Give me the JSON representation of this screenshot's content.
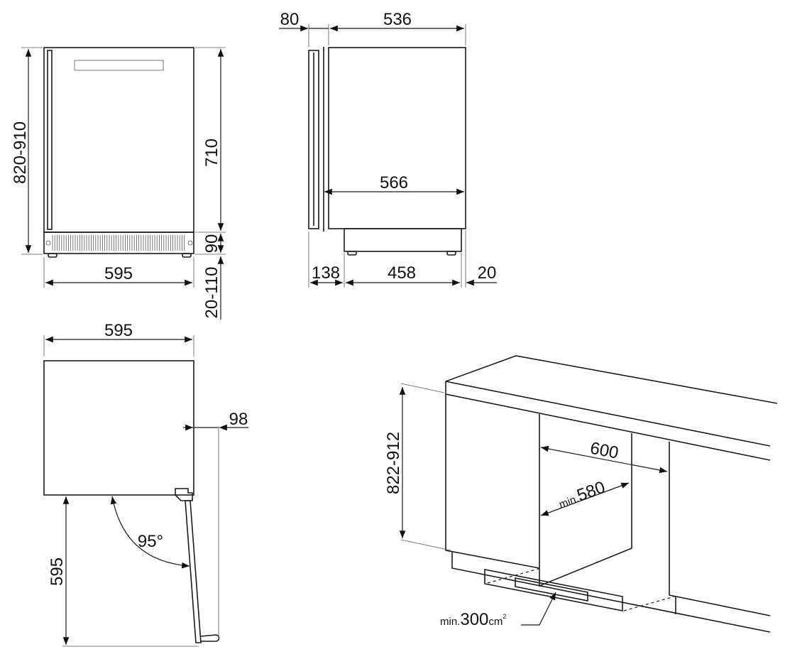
{
  "front_view": {
    "height_total": "820-910",
    "height_body": "710",
    "height_plinth": "90",
    "height_feet": "20-110",
    "width": "595"
  },
  "side_view": {
    "door_offset": "80",
    "body_depth": "536",
    "total_depth": "566",
    "door_to_plinth": "138",
    "plinth_depth": "458",
    "rear_gap": "20"
  },
  "plan_view": {
    "width": "595",
    "door_clearance": "98",
    "door_swing_depth": "595",
    "opening_angle": "95°"
  },
  "installation_view": {
    "niche_height": "822-912",
    "niche_width": "600",
    "niche_depth_prefix": "min.",
    "niche_depth": "580",
    "vent_prefix": "min.",
    "vent_area": "300",
    "vent_unit": "cm",
    "vent_unit_sup": "2"
  }
}
